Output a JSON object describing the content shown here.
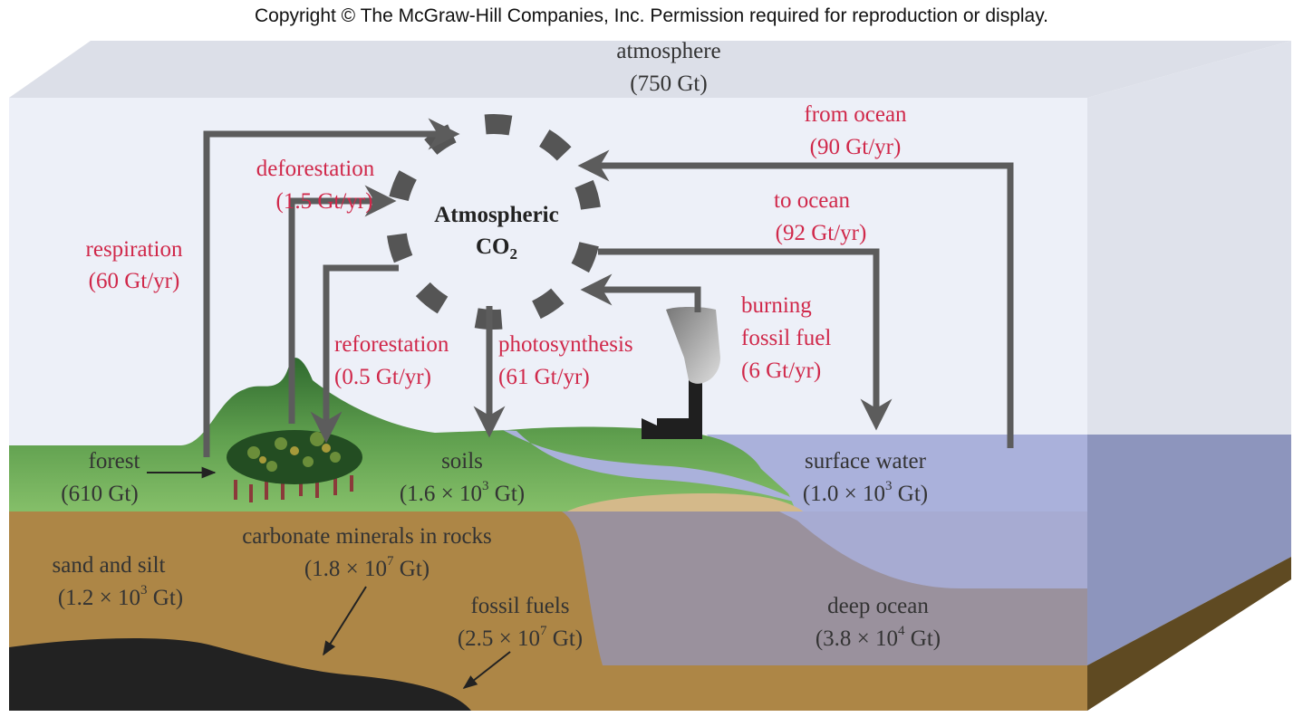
{
  "copyright": "Copyright © The McGraw-Hill Companies, Inc. Permission required for reproduction or display.",
  "center": {
    "line1": "Atmospheric",
    "line2": "CO",
    "subscript": "2"
  },
  "reservoirs": {
    "atmosphere": {
      "name": "atmosphere",
      "amount": "(750 Gt)"
    },
    "forest": {
      "name": "forest",
      "amount": "(610 Gt)"
    },
    "soils": {
      "name": "soils",
      "amount_base": "(1.6 × 10",
      "amount_exp": "3",
      "amount_unit": " Gt)"
    },
    "surface_water": {
      "name": "surface water",
      "amount_base": "(1.0 × 10",
      "amount_exp": "3",
      "amount_unit": " Gt)"
    },
    "sand_silt": {
      "name": "sand and silt",
      "amount_base": "(1.2 × 10",
      "amount_exp": "3",
      "amount_unit": " Gt)"
    },
    "carbonate": {
      "name": "carbonate minerals in rocks",
      "amount_base": "(1.8 × 10",
      "amount_exp": "7",
      "amount_unit": " Gt)"
    },
    "fossil_fuels": {
      "name": "fossil fuels",
      "amount_base": "(2.5 × 10",
      "amount_exp": "7",
      "amount_unit": " Gt)"
    },
    "deep_ocean": {
      "name": "deep ocean",
      "amount_base": "(3.8 × 10",
      "amount_exp": "4",
      "amount_unit": " Gt)"
    }
  },
  "fluxes": {
    "respiration": {
      "name": "respiration",
      "rate": "(60 Gt/yr)"
    },
    "deforestation": {
      "name": "deforestation",
      "rate": "(1.5 Gt/yr)"
    },
    "reforestation": {
      "name": "reforestation",
      "rate": "(0.5 Gt/yr)"
    },
    "photosynthesis": {
      "name": "photosynthesis",
      "rate": "(61 Gt/yr)"
    },
    "burning": {
      "name1": "burning",
      "name2": "fossil fuel",
      "rate": "(6 Gt/yr)"
    },
    "to_ocean": {
      "name": "to ocean",
      "rate": "(92 Gt/yr)"
    },
    "from_ocean": {
      "name": "from ocean",
      "rate": "(90 Gt/yr)"
    }
  },
  "colors": {
    "flux_label": "#d0284a",
    "arrow": "#5c5c5c",
    "sky": "#edf0f8",
    "land": "#6fae5a",
    "ground": "#ad8646",
    "deep_ocean": "#9a919d",
    "surface_water": "#a9b0da"
  }
}
